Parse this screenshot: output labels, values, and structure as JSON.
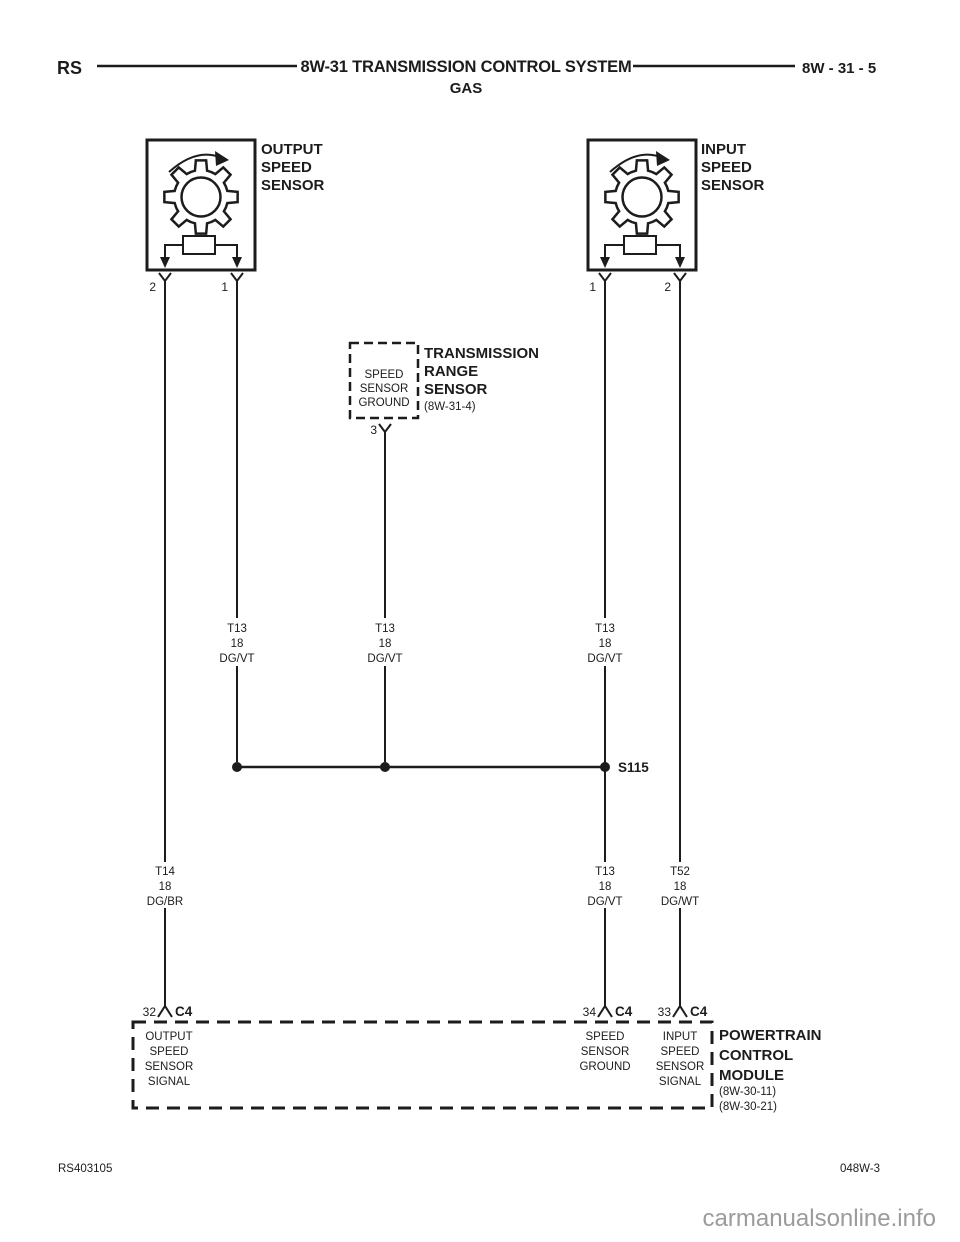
{
  "header": {
    "code": "RS",
    "title": "8W-31 TRANSMISSION CONTROL SYSTEM",
    "fuel": "GAS",
    "page": "8W - 31 - 5"
  },
  "sensors": {
    "output": {
      "lines": [
        "OUTPUT",
        "SPEED",
        "SENSOR"
      ],
      "pin_left": "2",
      "pin_right": "1"
    },
    "input": {
      "lines": [
        "INPUT",
        "SPEED",
        "SENSOR"
      ],
      "pin_left": "1",
      "pin_right": "2"
    }
  },
  "range_sensor": {
    "inner_lines": [
      "SPEED",
      "SENSOR",
      "GROUND"
    ],
    "name_lines": [
      "TRANSMISSION",
      "RANGE",
      "SENSOR"
    ],
    "ref": "(8W-31-4)",
    "pin": "3"
  },
  "wire_labels": {
    "upper": {
      "left": [
        "T13",
        "18",
        "DG/VT"
      ],
      "middle": [
        "T13",
        "18",
        "DG/VT"
      ],
      "right": [
        "T13",
        "18",
        "DG/VT"
      ]
    },
    "lower": {
      "left": [
        "T14",
        "18",
        "DG/BR"
      ],
      "middle": [
        "T13",
        "18",
        "DG/VT"
      ],
      "right": [
        "T52",
        "18",
        "DG/WT"
      ]
    }
  },
  "splice": {
    "label": "S115"
  },
  "pcm": {
    "pins": [
      {
        "num": "32",
        "conn": "C4"
      },
      {
        "num": "34",
        "conn": "C4"
      },
      {
        "num": "33",
        "conn": "C4"
      }
    ],
    "output_signal": [
      "OUTPUT",
      "SPEED",
      "SENSOR",
      "SIGNAL"
    ],
    "sensor_ground": [
      "SPEED",
      "SENSOR",
      "GROUND"
    ],
    "input_signal": [
      "INPUT",
      "SPEED",
      "SENSOR",
      "SIGNAL"
    ],
    "name_lines": [
      "POWERTRAIN",
      "CONTROL",
      "MODULE"
    ],
    "refs": [
      "(8W-30-11)",
      "(8W-30-21)"
    ]
  },
  "footer": {
    "doc_code": "RS403105",
    "sheet_code": "048W-3",
    "watermark": "carmanualsonline.info"
  },
  "colors": {
    "ink": "#1c1c1c",
    "watermark": "#9b9b9b",
    "paper": "#ffffff"
  }
}
